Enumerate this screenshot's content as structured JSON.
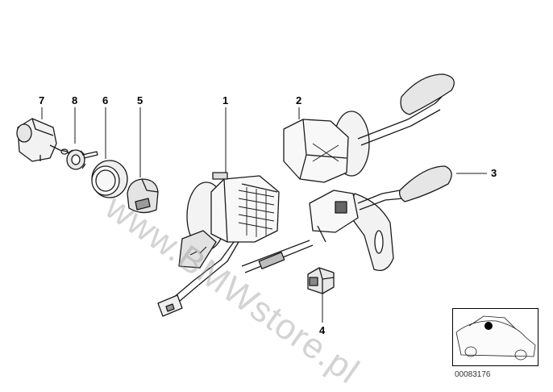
{
  "callouts": {
    "c1": "1",
    "c2": "2",
    "c3": "3",
    "c4": "4",
    "c5": "5",
    "c6": "6",
    "c7": "7",
    "c8": "8"
  },
  "watermark": "www.BMWstore.pl",
  "document_number": "00083176",
  "colors": {
    "line": "#1a1a1a",
    "shade": "#d9d9d9",
    "dark": "#555555",
    "marker": "#000000"
  }
}
